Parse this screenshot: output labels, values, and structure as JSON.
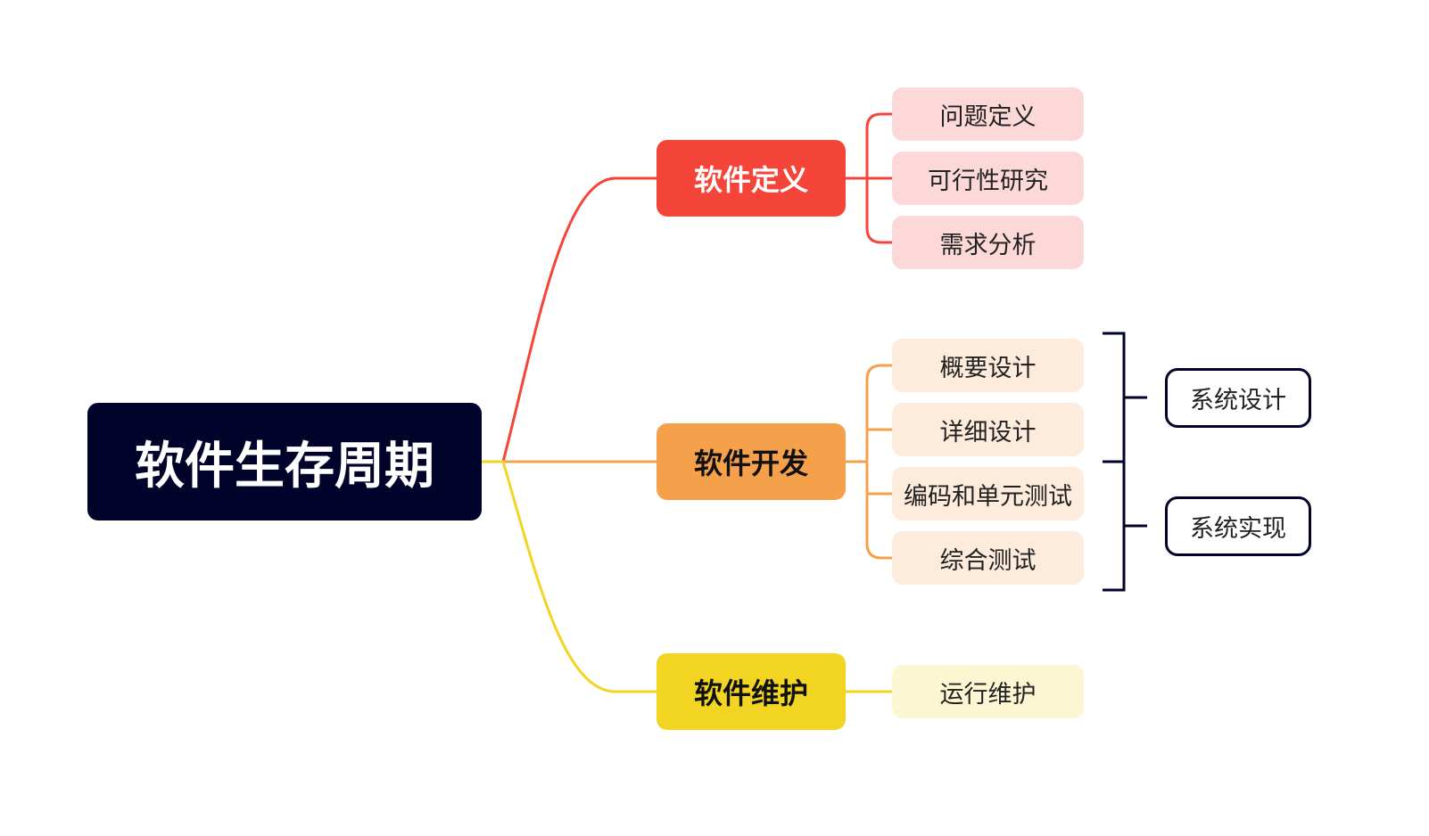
{
  "root": {
    "label": "软件生存周期",
    "color": "#02032a"
  },
  "branches": [
    {
      "label": "软件定义",
      "color": "#f5453a",
      "text_color": "#ffffff",
      "leaf_color": "#fcd9d8",
      "leaves": [
        "问题定义",
        "可行性研究",
        "需求分析"
      ]
    },
    {
      "label": "软件开发",
      "color": "#f5a04a",
      "text_color": "#111111",
      "leaf_color": "#fdebdc",
      "leaves": [
        "概要设计",
        "详细设计",
        "编码和单元测试",
        "综合测试"
      ]
    },
    {
      "label": "软件维护",
      "color": "#f2d422",
      "text_color": "#111111",
      "leaf_color": "#fdf6d3",
      "leaves": [
        "运行维护"
      ]
    }
  ],
  "groups": [
    {
      "label": "系统设计",
      "covers": [
        "概要设计",
        "详细设计"
      ]
    },
    {
      "label": "系统实现",
      "covers": [
        "编码和单元测试",
        "综合测试"
      ]
    }
  ],
  "bracket_color": "#02032a"
}
